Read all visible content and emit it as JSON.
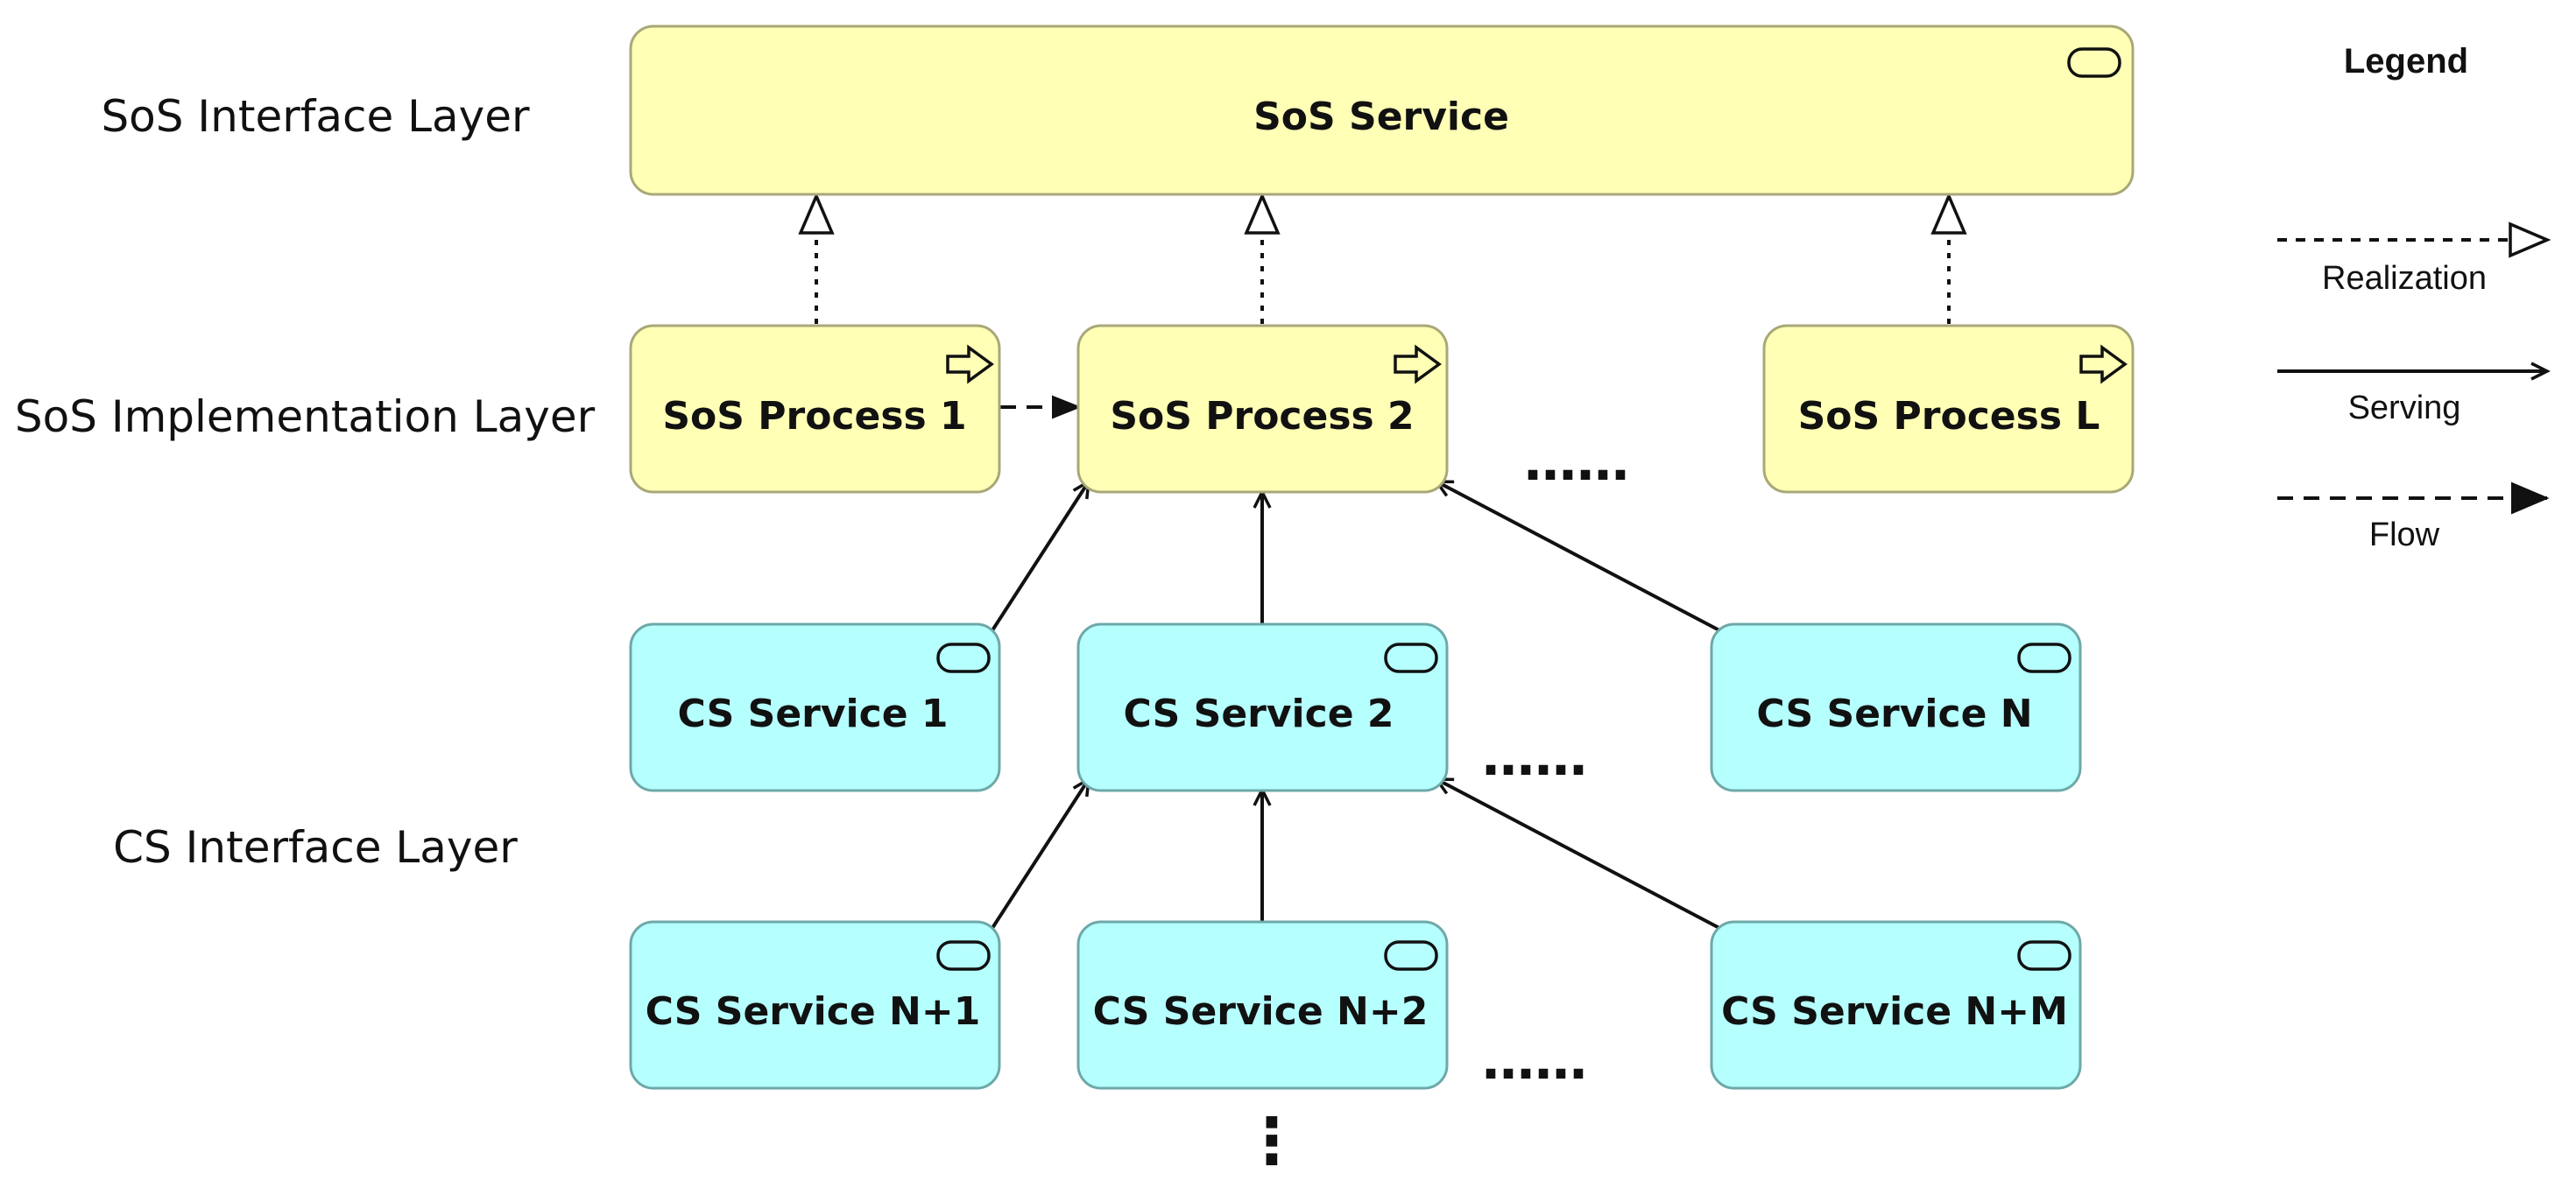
{
  "layers": {
    "sos_interface": "SoS Interface Layer",
    "sos_implementation": "SoS Implementation Layer",
    "cs_interface": "CS Interface Layer"
  },
  "boxes": {
    "sos_service": "SoS Service",
    "sos_process_1": "SoS Process 1",
    "sos_process_2": "SoS Process 2",
    "sos_process_l": "SoS Process L",
    "cs_service_1": "CS Service 1",
    "cs_service_2": "CS Service 2",
    "cs_service_n": "CS Service N",
    "cs_service_n1": "CS Service N+1",
    "cs_service_n2": "CS Service N+2",
    "cs_service_nm": "CS Service N+M"
  },
  "ellipsis": {
    "process_row": "……",
    "cs_row_1": "……",
    "cs_row_2": "……",
    "vertical": "⋮"
  },
  "legend": {
    "title": "Legend",
    "realization": "Realization",
    "serving": "Serving",
    "flow": "Flow"
  },
  "colors": {
    "sos_fill": "#ffffb5",
    "cs_fill": "#b5ffff"
  },
  "icons": {
    "service": "service-icon",
    "process": "process-arrow-icon"
  }
}
